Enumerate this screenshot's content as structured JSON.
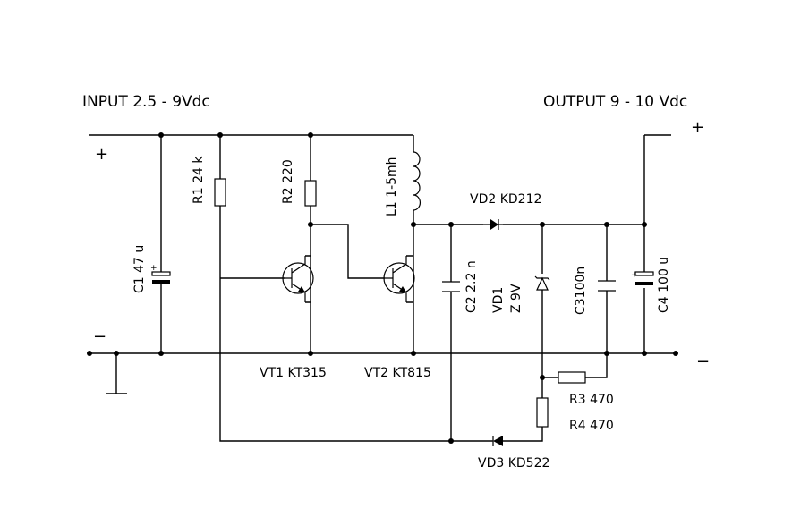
{
  "labels": {
    "input": "INPUT 2.5 - 9Vdc",
    "output": "OUTPUT 9 - 10 Vdc",
    "input_plus": "+",
    "input_minus": "−",
    "output_plus": "+",
    "output_minus": "−",
    "cap_polarity": "+",
    "c1": "C1 47 u",
    "r1": "R1 24 k",
    "r2": "R2 220",
    "l1": "L1 1-5mh",
    "vd2": "VD2 KD212",
    "c2": "C2 2.2 n",
    "vd1_a": "VD1",
    "vd1_b": "Z 9V",
    "c3": "C3100n",
    "c4": "C4 100 u",
    "vt1": "VT1 KT315",
    "vt2": "VT2 KT815",
    "r3": "R3 470",
    "r4": "R4 470",
    "vd3": "VD3 KD522"
  }
}
